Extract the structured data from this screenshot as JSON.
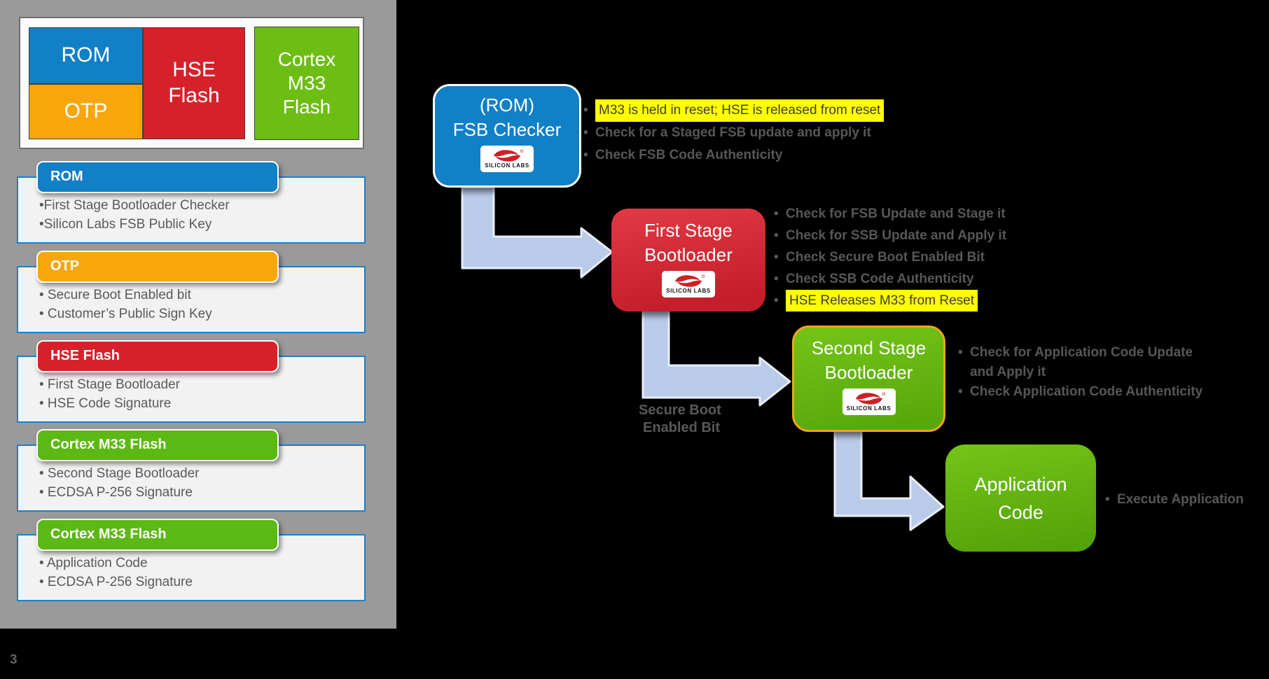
{
  "ui": {
    "bullet_char": "•"
  },
  "page": {
    "number": "3"
  },
  "colors": {
    "blue": "#1180C6",
    "orange": "#F9A60D",
    "red": "#D6212B",
    "green": "#5CB814",
    "panel_gray": "#9A9A9A",
    "arrow_fill": "#BACBE9",
    "highlight_yellow": "#FFFF00",
    "bullet_gray": "#595959",
    "section_border_blue": "#1981C9"
  },
  "memory_map": {
    "blocks": [
      {
        "label": "ROM"
      },
      {
        "label": "OTP"
      },
      {
        "label": "HSE Flash"
      },
      {
        "label": "Cortex M33 Flash"
      }
    ]
  },
  "sections": [
    {
      "title": "ROM",
      "items": [
        "•First Stage Bootloader Checker",
        "•Silicon Labs FSB Public Key"
      ]
    },
    {
      "title": "OTP",
      "items": [
        "• Secure Boot Enabled bit",
        "• Customer’s Public Sign Key"
      ]
    },
    {
      "title": "HSE Flash",
      "items": [
        "• First Stage Bootloader",
        "• HSE Code Signature"
      ]
    },
    {
      "title": "Cortex M33 Flash",
      "items": [
        "• Second Stage Bootloader",
        "• ECDSA P-256 Signature"
      ]
    },
    {
      "title": "Cortex M33 Flash",
      "items": [
        "• Application Code",
        "• ECDSA P-256 Signature"
      ]
    }
  ],
  "flow": {
    "logo_text": "SILICON LABS",
    "arrow_label_line1": "Secure Boot",
    "arrow_label_line2": "Enabled Bit",
    "nodes": [
      {
        "id": "fsb-checker",
        "title_line1": "(ROM)",
        "title_line2": "FSB Checker",
        "bullets": [
          {
            "text": "M33 is held in reset; HSE is released from reset",
            "highlight": true
          },
          {
            "text": "Check for a Staged FSB update and apply it",
            "highlight": false
          },
          {
            "text": "Check FSB Code Authenticity",
            "highlight": false
          }
        ]
      },
      {
        "id": "first-stage-bootloader",
        "title_line1": "First Stage",
        "title_line2": "Bootloader",
        "bullets": [
          {
            "text": "Check for FSB Update and Stage it",
            "highlight": false
          },
          {
            "text": "Check for SSB Update and Apply it",
            "highlight": false
          },
          {
            "text": "Check Secure Boot Enabled Bit",
            "highlight": false
          },
          {
            "text": "Check SSB Code Authenticity",
            "highlight": false
          },
          {
            "text": "HSE Releases M33 from Reset",
            "highlight": true
          }
        ]
      },
      {
        "id": "second-stage-bootloader",
        "title_line1": "Second Stage",
        "title_line2": "Bootloader",
        "bullets": [
          {
            "text": "Check for Application Code Update and Apply it",
            "highlight": false
          },
          {
            "text": "Check Application Code Authenticity",
            "highlight": false
          }
        ]
      },
      {
        "id": "application-code",
        "title_line1": "Application",
        "title_line2": "Code",
        "bullets": [
          {
            "text": "Execute Application",
            "highlight": false
          }
        ]
      }
    ]
  }
}
